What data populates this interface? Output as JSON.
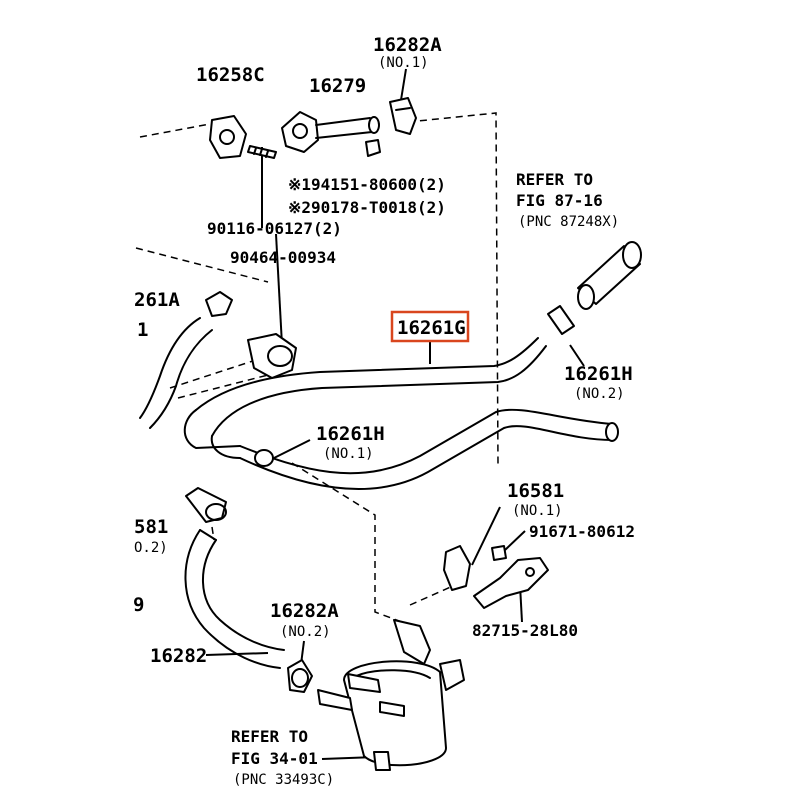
{
  "labels": {
    "p16258C": "16258C",
    "p16279": "16279",
    "p16282A_top": "16282A",
    "p16282A_top_no": "(NO.1)",
    "bolt1": "※194151-80600(2)",
    "bolt2": "※290178-T0018(2)",
    "p90116": "90116-06127(2)",
    "p90464": "90464-00934",
    "refer_fig87_l1": "REFER TO",
    "refer_fig87_l2": "FIG 87-16",
    "refer_fig87_l3": "(PNC 87248X)",
    "p16261G": "16261G",
    "p16261H_no2": "16261H",
    "p16261H_no2_no": "(NO.2)",
    "p16261A_partial": "261A",
    "p16261_partial": "1",
    "p16261H_no1": "16261H",
    "p16261H_no1_no": "(NO.1)",
    "p16581_no1": "16581",
    "p16581_no1_no": "(NO.1)",
    "p91671": "91671-80612",
    "p16581_left_partial": "581",
    "p16581_left_no_partial": "O.2)",
    "p82715": "82715-28L80",
    "p16282A_bottom": "16282A",
    "p16282A_bottom_no": "(NO.2)",
    "p16282": "16282",
    "refer_fig34_l1": "REFER TO",
    "refer_fig34_l2": "FIG 34-01",
    "refer_fig34_l3": "(PNC 33493C)",
    "edge_partial": "9"
  },
  "highlight": {
    "part": "16261G",
    "color": "#d9461e"
  }
}
